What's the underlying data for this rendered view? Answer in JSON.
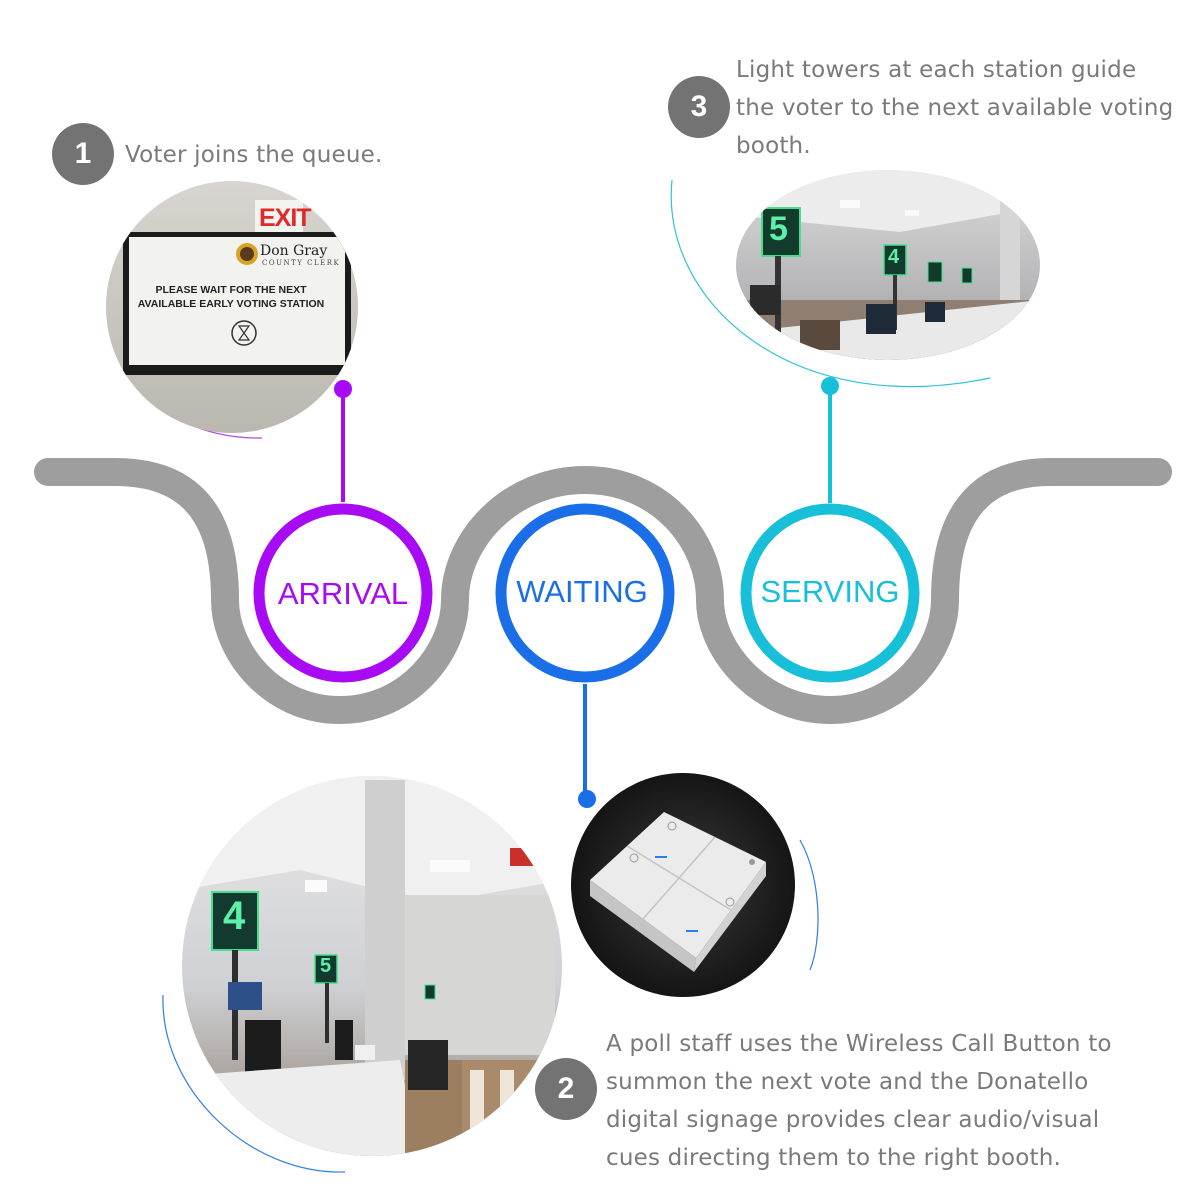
{
  "stages": [
    {
      "label": "ARRIVAL",
      "color": "#a90af4"
    },
    {
      "label": "WAITING",
      "color": "#1a6ee8"
    },
    {
      "label": "SERVING",
      "color": "#17bfd8"
    }
  ],
  "steps": [
    {
      "number": "1",
      "lines": [
        "Voter joins the queue."
      ]
    },
    {
      "number": "2",
      "lines": [
        "A poll staff uses the Wireless Call Button to",
        "summon the next vote and the Donatello",
        "digital signage provides clear audio/visual",
        "cues directing them to the right booth."
      ]
    },
    {
      "number": "3",
      "lines": [
        "Light towers at each station guide",
        "the voter to the next available voting",
        "booth."
      ]
    }
  ],
  "photos": {
    "signage": {
      "exit": "EXIT",
      "brand": "Don Gray",
      "brand_sub": "COUNTY CLERK",
      "message": "PLEASE WAIT FOR THE NEXT AVAILABLE EARLY VOTING STATION"
    },
    "station_numbers": [
      "5",
      "4",
      "5",
      "4"
    ]
  },
  "colors": {
    "track": "#9e9e9e",
    "badge": "#737373",
    "text": "#7a7a7a"
  }
}
